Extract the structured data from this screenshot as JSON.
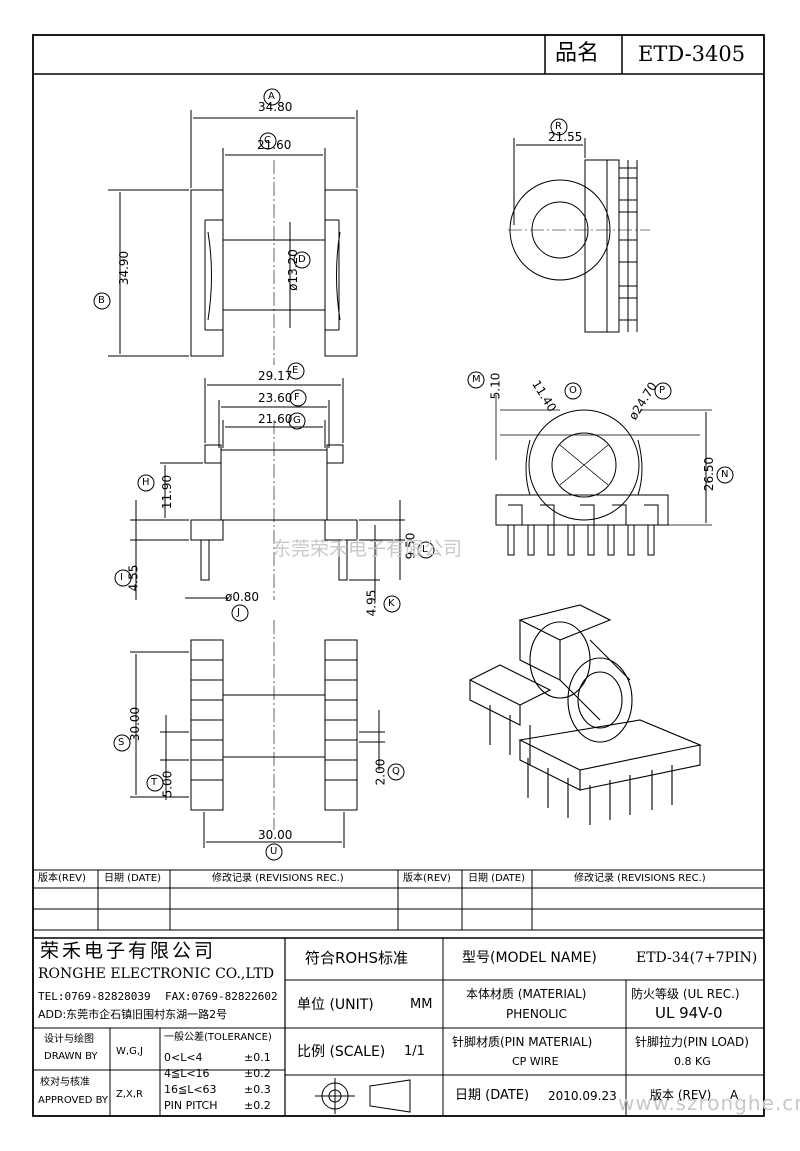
{
  "title_block": {
    "name_label": "品名",
    "part_no": "ETD-3405"
  },
  "dimensions": {
    "A": {
      "letter": "A",
      "value": "34.80"
    },
    "B": {
      "letter": "B",
      "value": "34.90"
    },
    "C": {
      "letter": "C",
      "value": "21.60"
    },
    "D": {
      "letter": "D",
      "value": "ø13.20"
    },
    "E": {
      "letter": "E",
      "value": "29.17"
    },
    "F": {
      "letter": "F",
      "value": "23.60"
    },
    "G": {
      "letter": "G",
      "value": "21.60"
    },
    "H": {
      "letter": "H",
      "value": "11.90"
    },
    "I": {
      "letter": "I",
      "value": "4.55"
    },
    "J": {
      "letter": "J",
      "value": "ø0.80"
    },
    "K": {
      "letter": "K",
      "value": "4.95"
    },
    "L": {
      "letter": "L",
      "value": "9.50"
    },
    "M": {
      "letter": "M",
      "value": "5.10"
    },
    "N": {
      "letter": "N",
      "value": "26.50"
    },
    "O": {
      "letter": "O",
      "value": "11.40"
    },
    "P": {
      "letter": "P",
      "value": "ø24.70"
    },
    "R": {
      "letter": "R",
      "value": "21.55"
    },
    "S": {
      "letter": "S",
      "value": "30.00"
    },
    "T": {
      "letter": "T",
      "value": "5.00"
    },
    "U": {
      "letter": "U",
      "value": "30.00"
    },
    "Q": {
      "letter": "Q",
      "value": "2.00"
    }
  },
  "watermarks": {
    "company_cn": "东莞荣禾电子有限公司",
    "site": "www.szronghe.cn"
  },
  "revisions": {
    "headers": [
      "版本(REV)",
      "日期 (DATE)",
      "修改记录 (REVISIONS REC.)",
      "版本(REV)",
      "日期 (DATE)",
      "修改记录 (REVISIONS REC.)"
    ]
  },
  "company": {
    "name_cn": "荣禾电子有限公司",
    "name_en": "RONGHE ELECTRONIC CO.,LTD",
    "tel": "TEL:0769-82828039",
    "fax": "FAX:0769-82822602",
    "address": "ADD:东莞市企石镇旧围村东湖一路2号"
  },
  "signoff": {
    "drawn_cn": "设计与绘图",
    "drawn_en": "DRAWN BY",
    "drawn_value": "W,G,J",
    "approved_cn": "校对与核准",
    "approved_en": "APPROVED BY",
    "approved_value": "Z,X,R"
  },
  "tolerance": {
    "title": "一般公差(TOLERANCE)",
    "rows": [
      {
        "range": "0<L<4",
        "value": "±0.1"
      },
      {
        "range": "4≦L<16",
        "value": "±0.2"
      },
      {
        "range": "16≦L<63",
        "value": "±0.3"
      },
      {
        "range": "PIN PITCH",
        "value": "±0.2"
      }
    ]
  },
  "specs": {
    "rohs": "符合ROHS标准",
    "unit_label": "单位 (UNIT)",
    "unit_value": "MM",
    "scale_label": "比例 (SCALE)",
    "scale_value": "1/1",
    "model_label": "型号(MODEL NAME)",
    "model_value": "ETD-34(7+7PIN)",
    "material_label": "本体材质 (MATERIAL)",
    "material_value": "PHENOLIC",
    "flame_label": "防火等级 (UL REC.)",
    "flame_value": "UL 94V-0",
    "pin_material_label": "针脚材质(PIN MATERIAL)",
    "pin_material_value": "CP WIRE",
    "pin_load_label": "针脚拉力(PIN LOAD)",
    "pin_load_value": "0.8 KG",
    "date_label": "日期 (DATE)",
    "date_value": "2010.09.23",
    "version_label": "版本 (REV)",
    "version_value": "A"
  }
}
